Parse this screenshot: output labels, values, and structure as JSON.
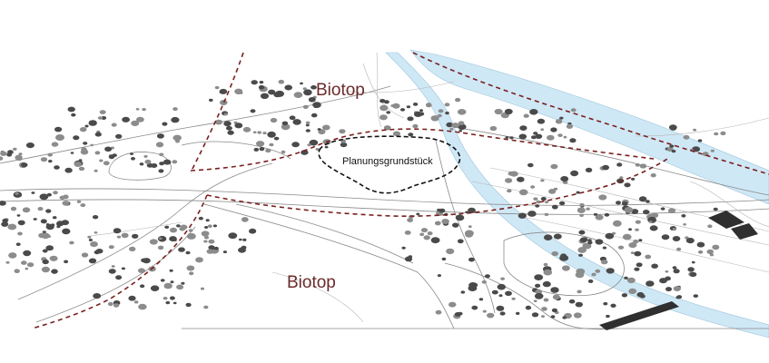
{
  "labels": {
    "biotop_north": "Biotop",
    "biotop_south": "Biotop",
    "planning_plot": "Planungsgrundstück"
  },
  "colors": {
    "background": "#ffffff",
    "river": "#cfe8f6",
    "biotop_boundary": "#7a1f1f",
    "plot_boundary": "#111111",
    "biotop_label": "#6b2a2a",
    "vegetation": "#4a4a4a",
    "roads": "#8a8a8a"
  }
}
